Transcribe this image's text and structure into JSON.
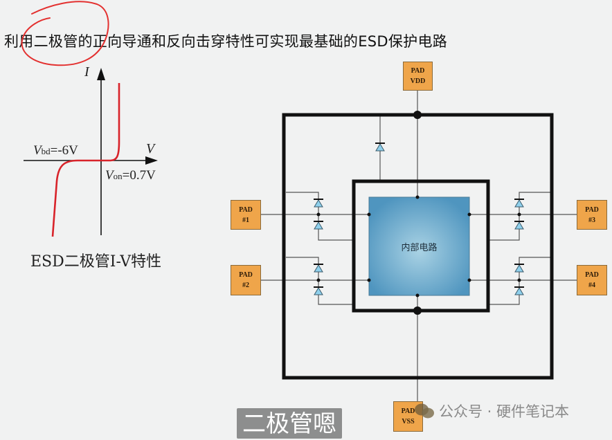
{
  "page": {
    "heading_partial": "…………",
    "headline": "利用二极管的正向导通和反向击穿特性可实现最基础的ESD保护电路",
    "annotation_color": "#e3302f"
  },
  "iv_curve": {
    "y_axis_label": "I",
    "x_axis_label": "V",
    "vbd_label": "V",
    "vbd_sub": "bd",
    "vbd_value": "=-6V",
    "von_label": "V",
    "von_sub": "on",
    "von_value": "=0.7V",
    "caption": "ESD二极管I-V特性",
    "curve_color": "#d8232a",
    "breakdown_voltage_v": -6,
    "forward_voltage_v": 0.7
  },
  "circuit": {
    "core_label": "内部电路",
    "core_color": "#5a9dc4",
    "pad_color": "#efa54a",
    "diode_color": "#8fd0ec",
    "pads": {
      "vdd": {
        "line1": "PAD",
        "line2": "VDD"
      },
      "vss": {
        "line1": "PAD",
        "line2": "VSS"
      },
      "p1": {
        "line1": "PAD",
        "line2": "#1"
      },
      "p2": {
        "line1": "PAD",
        "line2": "#2"
      },
      "p3": {
        "line1": "PAD",
        "line2": "#3"
      },
      "p4": {
        "line1": "PAD",
        "line2": "#4"
      }
    }
  },
  "overlay": {
    "subtitle": "二极管嗯",
    "watermark": "公众号 · 硬件笔记本"
  }
}
